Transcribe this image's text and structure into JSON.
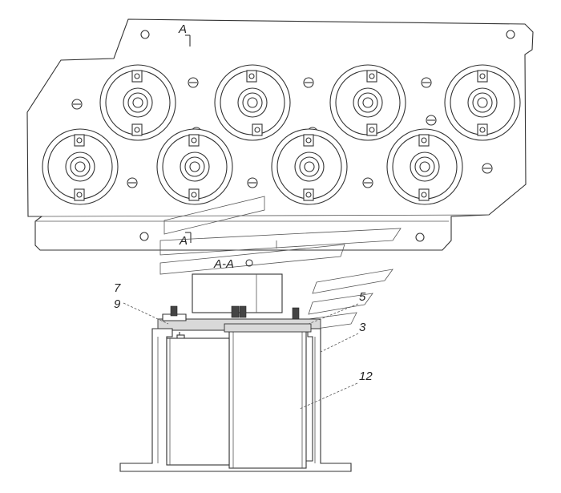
{
  "labels": {
    "section_top": "A",
    "section_bottom": "A",
    "section_view": "A-A",
    "callout_7": "7",
    "callout_9": "9",
    "callout_5": "5",
    "callout_3": "3",
    "callout_12": "12"
  }
}
